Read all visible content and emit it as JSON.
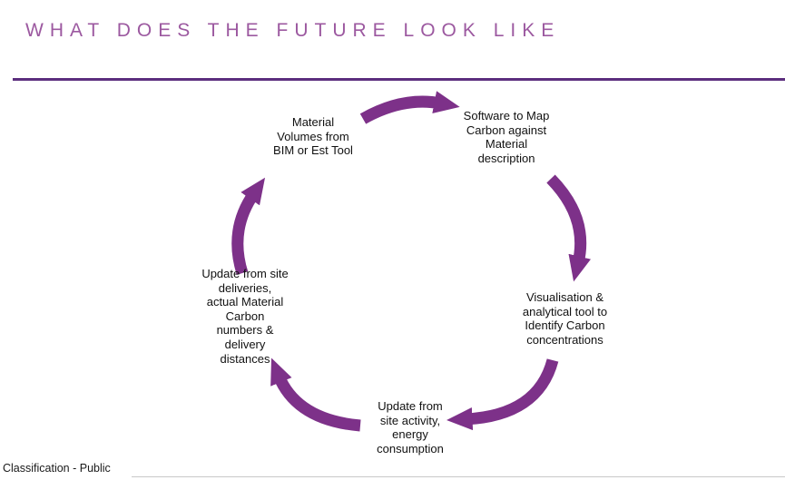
{
  "slide": {
    "title": "WHAT DOES THE FUTURE LOOK LIKE",
    "footer": "Classification - Public"
  },
  "diagram": {
    "type": "cycle",
    "nodes": [
      {
        "id": "material-volumes",
        "label": "Material\nVolumes from\nBIM or Est Tool"
      },
      {
        "id": "software-map-carbon",
        "label": "Software to Map\nCarbon against\nMaterial\ndescription"
      },
      {
        "id": "visualisation-tool",
        "label": "Visualisation &\nanalytical tool to\nIdentify Carbon\nconcentrations"
      },
      {
        "id": "site-activity",
        "label": "Update from\nsite activity,\nenergy\nconsumption"
      },
      {
        "id": "site-deliveries",
        "label": "Update from site\ndeliveries,\nactual Material\nCarbon\nnumbers &\ndelivery\ndistances"
      }
    ],
    "arrow_count": 5
  },
  "colors": {
    "title": "#9c59a0",
    "divider": "#5c2e7e",
    "arrow": "#7d3189",
    "text": "#111111",
    "background": "#ffffff"
  }
}
